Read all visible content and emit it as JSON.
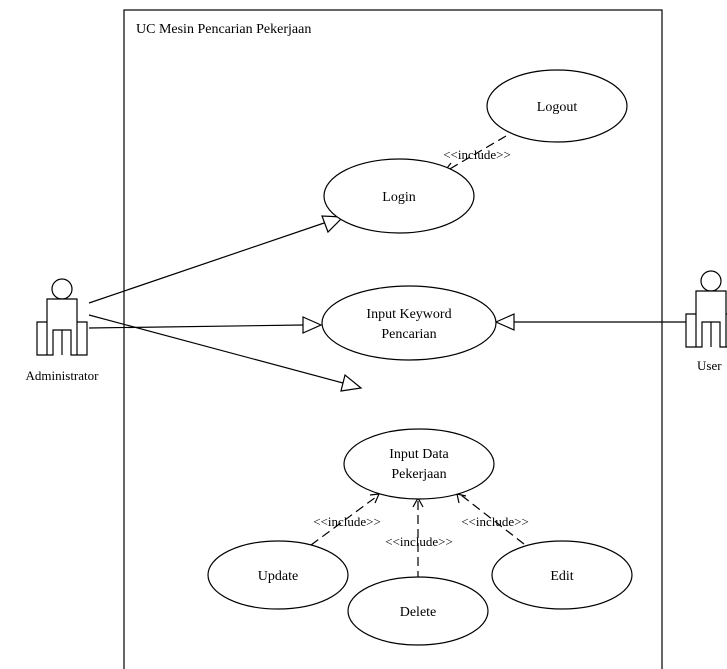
{
  "system": {
    "title": "UC Mesin Pencarian Pekerjaan"
  },
  "actors": {
    "admin": "Administrator",
    "user": "User"
  },
  "use_cases": {
    "logout": "Logout",
    "login": "Login",
    "input_keyword_line1": "Input Keyword",
    "input_keyword_line2": "Pencarian",
    "input_data_line1": "Input Data",
    "input_data_line2": "Pekerjaan",
    "update": "Update",
    "delete": "Delete",
    "edit": "Edit"
  },
  "relations": {
    "include_label": "<<include>>"
  }
}
